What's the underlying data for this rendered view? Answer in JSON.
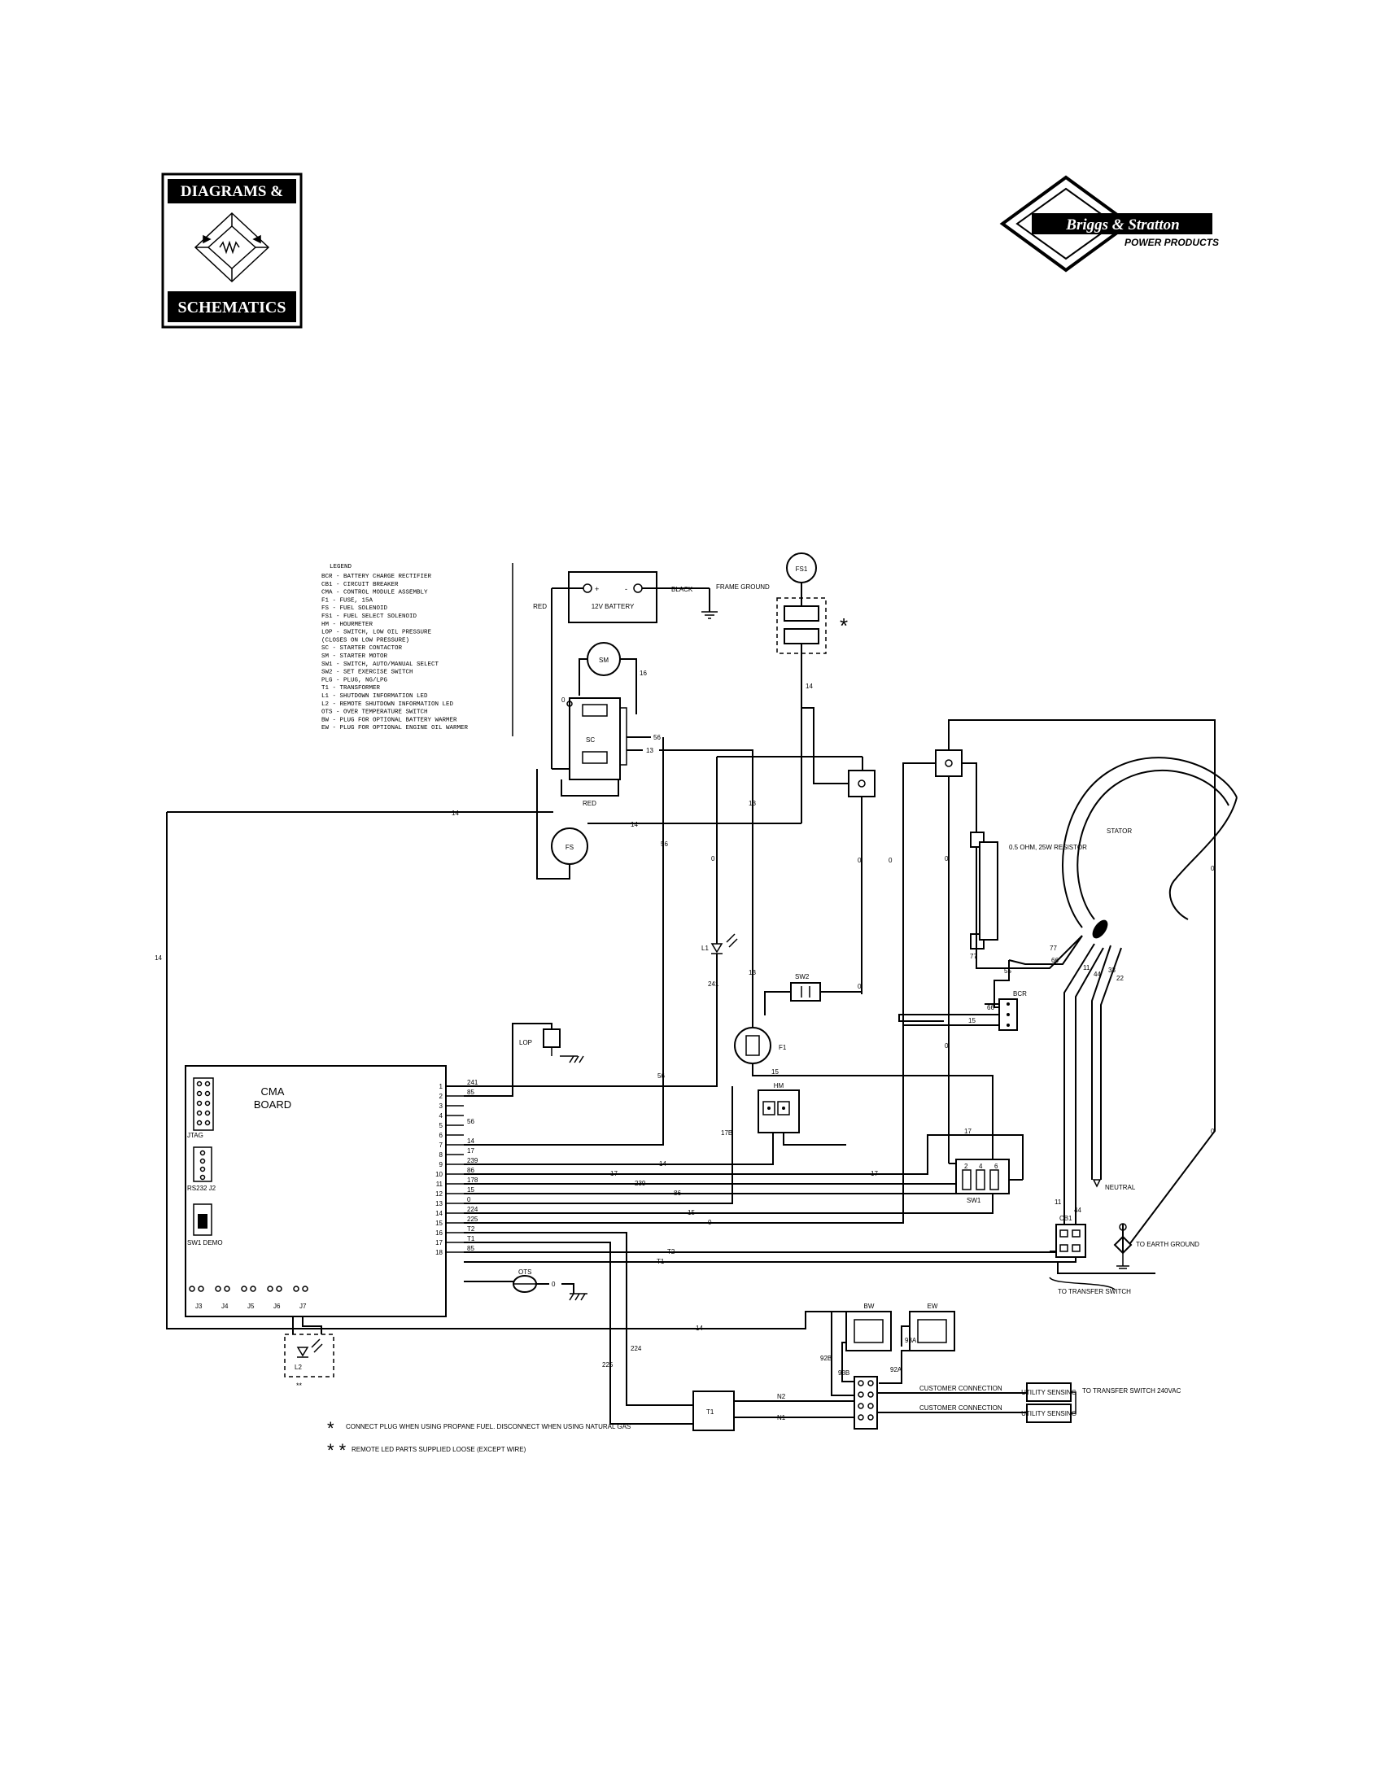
{
  "logos": {
    "diagrams_top": "DIAGRAMS &",
    "diagrams_bottom": "SCHEMATICS",
    "brand": "Briggs & Stratton",
    "brand_sub": "POWER PRODUCTS"
  },
  "legend": {
    "title": "LEGEND",
    "items": [
      "BCR  -  BATTERY CHARGE RECTIFIER",
      "CB1  -  CIRCUIT BREAKER",
      "CMA  -  CONTROL MODULE ASSEMBLY",
      "F1   -  FUSE, 15A",
      "FS   -  FUEL SOLENOID",
      "FS1  -  FUEL SELECT SOLENOID",
      "HM   -  HOURMETER",
      "LOP  -  SWITCH, LOW OIL PRESSURE",
      "         (CLOSES ON LOW PRESSURE)",
      "SC   -  STARTER CONTACTOR",
      "SM   -  STARTER MOTOR",
      "SW1  -  SWITCH, AUTO/MANUAL SELECT",
      "SW2  -  SET EXERCISE SWITCH",
      "PLG  -  PLUG, NG/LPG",
      "T1   -  TRANSFORMER",
      "L1   -  SHUTDOWN INFORMATION LED",
      "L2   -  REMOTE SHUTDOWN INFORMATION LED",
      "OTS  -  OVER TEMPERATURE SWITCH",
      "BW   -  PLUG FOR OPTIONAL BATTERY WARMER",
      "EW   -  PLUG FOR OPTIONAL ENGINE OIL WARMER"
    ]
  },
  "components": {
    "battery": "12V BATTERY",
    "battery_plus": "+",
    "battery_minus": "-",
    "red1": "RED",
    "red2": "RED",
    "black": "BLACK",
    "frame_ground": "FRAME GROUND",
    "fs1": "FS1",
    "sm": "SM",
    "sc": "SC",
    "fs": "FS",
    "resistor": "0.5 OHM, 25W RESISTOR",
    "stator": "STATOR",
    "bcr": "BCR",
    "sw2": "SW2",
    "f1": "F1",
    "l1": "L1",
    "lop": "LOP",
    "hm": "HM",
    "sw1": "SW1",
    "sw1_pins": [
      "2",
      "4",
      "6"
    ],
    "neutral": "NEUTRAL",
    "cb1": "CB1",
    "earth": "TO EARTH GROUND",
    "to_transfer_switch": "TO TRANSFER SWITCH",
    "ots": "OTS",
    "bw": "BW",
    "ew": "EW",
    "t1": "T1",
    "l2": "L2",
    "l2_note": "**",
    "customer1": "CUSTOMER CONNECTION",
    "customer2": "CUSTOMER CONNECTION",
    "utility1": "UTILITY SENSING",
    "utility2": "UTILITY SENSING",
    "to_transfer_240": "TO TRANSFER SWITCH 240VAC",
    "asterisk": "*"
  },
  "cma": {
    "title": "CMA",
    "subtitle": "BOARD",
    "jtag": "JTAG",
    "rs232": "RS232  J2",
    "sw1_demo": "SW1 DEMO",
    "connectors": [
      "J3",
      "J4",
      "J5",
      "J6",
      "J7"
    ],
    "pins": [
      {
        "n": "1",
        "w": "241"
      },
      {
        "n": "2",
        "w": "85"
      },
      {
        "n": "3",
        "w": ""
      },
      {
        "n": "4",
        "w": ""
      },
      {
        "n": "5",
        "w": "56"
      },
      {
        "n": "6",
        "w": ""
      },
      {
        "n": "7",
        "w": "14"
      },
      {
        "n": "8",
        "w": "17"
      },
      {
        "n": "9",
        "w": "239"
      },
      {
        "n": "10",
        "w": "86"
      },
      {
        "n": "11",
        "w": "178"
      },
      {
        "n": "12",
        "w": "15"
      },
      {
        "n": "13",
        "w": "0"
      },
      {
        "n": "14",
        "w": "224"
      },
      {
        "n": "15",
        "w": "225"
      },
      {
        "n": "16",
        "w": "T2"
      },
      {
        "n": "17",
        "w": "T1"
      },
      {
        "n": "18",
        "w": "85"
      }
    ]
  },
  "wires": {
    "w14": "14",
    "w16": "16",
    "w56": "56",
    "w13": "13",
    "w0": "0",
    "w241": "241",
    "w17b": "17B",
    "w77": "77",
    "w66": "66",
    "w11": "11",
    "w44": "44",
    "w33": "33",
    "w22": "22",
    "w15": "15",
    "w17": "17",
    "w239": "239",
    "w86": "86",
    "wT2": "T2",
    "wT1": "T1",
    "w224": "224",
    "w225": "225",
    "wN2": "N2",
    "wN1": "N1",
    "w92b": "92B",
    "w93b": "93B",
    "w93a": "93A",
    "w92a": "92A",
    "w55": "55",
    "w18": "18"
  },
  "notes": [
    {
      "mark": "*",
      "text": "CONNECT PLUG WHEN USING PROPANE FUEL. DISCONNECT WHEN USING NATURAL GAS"
    },
    {
      "mark": "* *",
      "text": "REMOTE LED PARTS SUPPLIED LOOSE (EXCEPT WIRE)"
    }
  ]
}
